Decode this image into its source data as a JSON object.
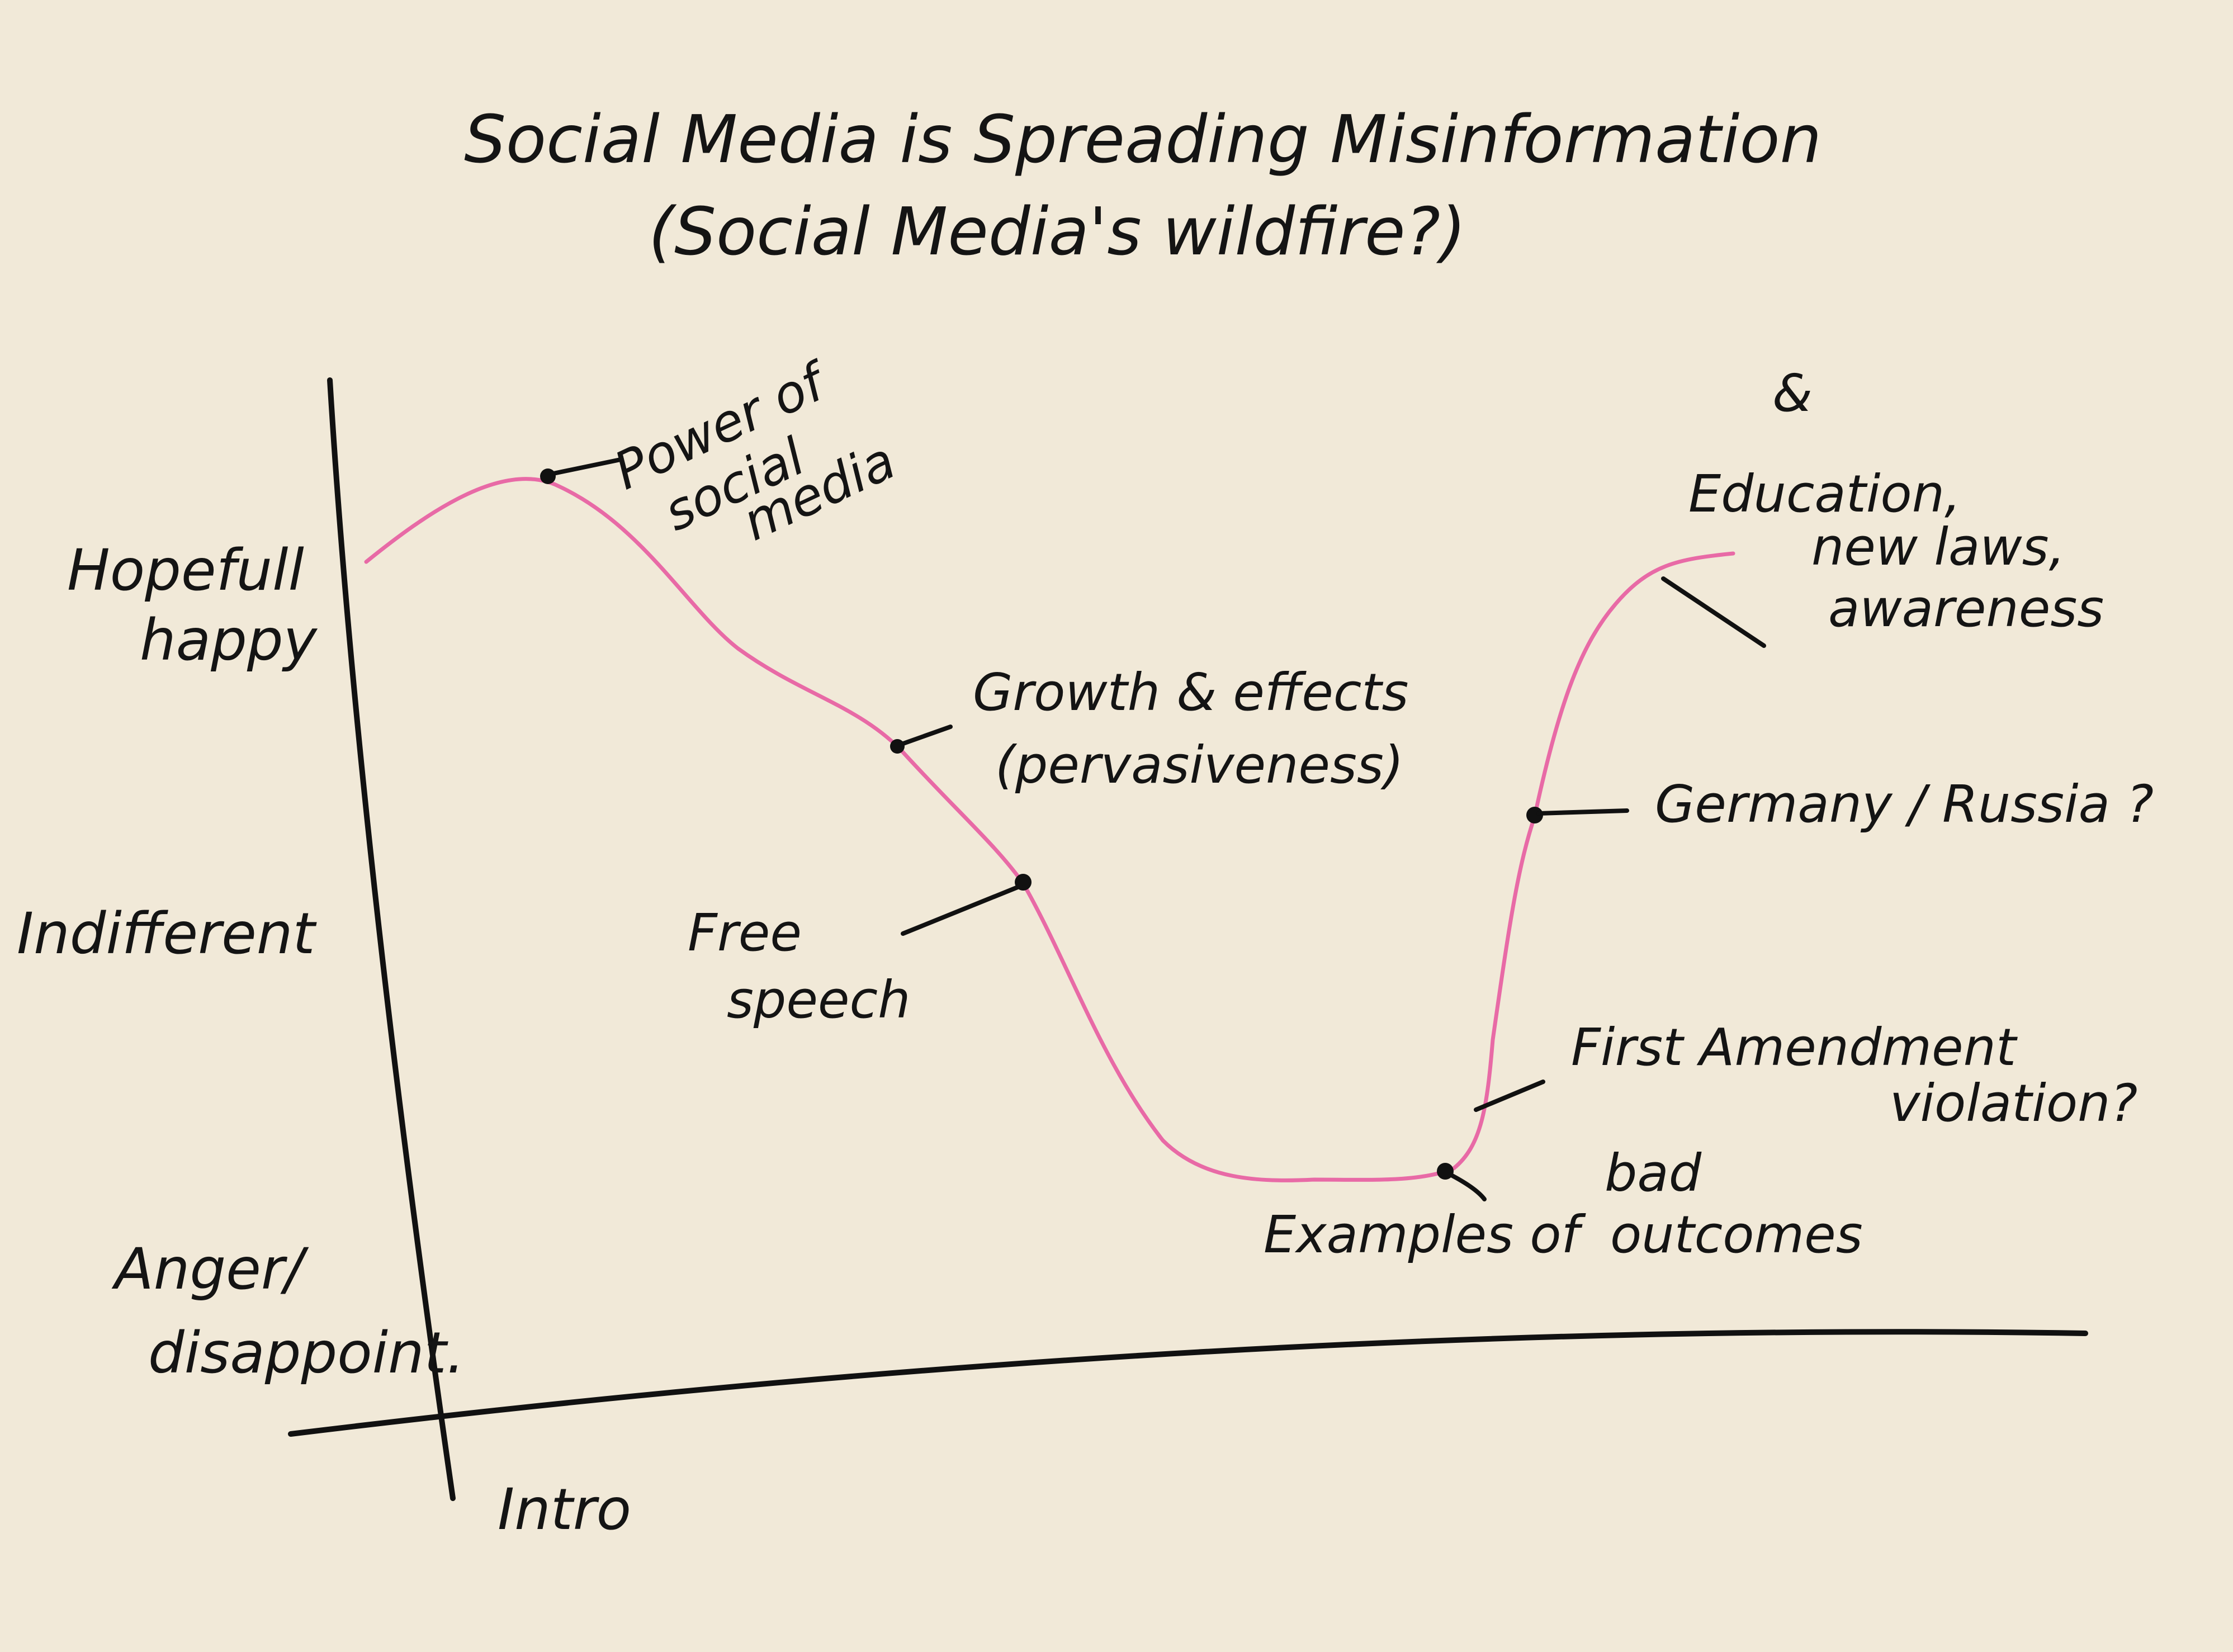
{
  "title": {
    "line1": "Social Media is Spreading Misinformation",
    "line2": "(Social Media's wildfire?)"
  },
  "y_axis_levels": [
    {
      "id": "happy",
      "lines": [
        "Hopefull",
        "happy"
      ]
    },
    {
      "id": "indifferent",
      "lines": [
        "Indifferent"
      ]
    },
    {
      "id": "anger",
      "lines": [
        "Anger/",
        "disappoint."
      ]
    }
  ],
  "x_axis": {
    "start_label": "Intro"
  },
  "annotations": [
    {
      "id": "power",
      "lines": [
        "Power of",
        "social",
        "media"
      ]
    },
    {
      "id": "growth",
      "lines": [
        "Growth & effects",
        "(pervasiveness)"
      ]
    },
    {
      "id": "free-speech",
      "lines": [
        "Free",
        "speech"
      ]
    },
    {
      "id": "examples",
      "lines": [
        "Examples of",
        "bad",
        "outcomes"
      ]
    },
    {
      "id": "first-amendment",
      "lines": [
        "First Amendment",
        "violation?"
      ]
    },
    {
      "id": "germany",
      "lines": [
        "Germany / Russia ?"
      ]
    },
    {
      "id": "education",
      "lines": [
        "Education,",
        "new laws,",
        "awareness"
      ]
    },
    {
      "id": "ampersand",
      "lines": [
        "&"
      ]
    }
  ],
  "colors": {
    "paper": "#f1e9d8",
    "ink": "#111111",
    "curve": "#e86aa6"
  }
}
